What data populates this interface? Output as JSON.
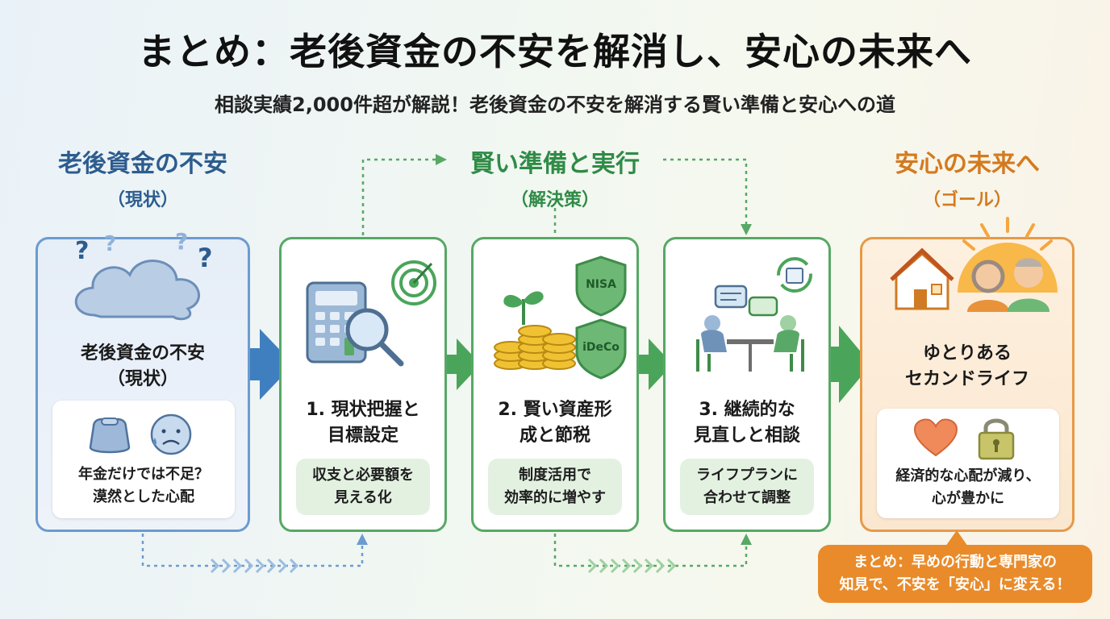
{
  "title": "まとめ：老後資金の不安を解消し、安心の未来へ",
  "subtitle": "相談実績2,000件超が解説！老後資金の不安を解消する賢い準備と安心への道",
  "sections": {
    "current": {
      "heading": "老後資金の不安",
      "subheading": "（現状）"
    },
    "solution": {
      "heading": "賢い準備と実行",
      "subheading": "（解決策）"
    },
    "goal": {
      "heading": "安心の未来へ",
      "subheading": "（ゴール）"
    }
  },
  "cards": {
    "anxiety": {
      "label_line1": "老後資金の不安",
      "label_line2": "（現状）",
      "note_line1": "年金だけでは不足？",
      "note_line2": "漠然とした心配"
    },
    "step1": {
      "label_line1": "1. 現状把握と",
      "label_line2": "目標設定",
      "note_line1": "収支と必要額を",
      "note_line2": "見える化"
    },
    "step2": {
      "label_line1": "2. 賢い資産形",
      "label_line2": "成と節税",
      "note_line1": "制度活用で",
      "note_line2": "効率的に増やす",
      "shield1": "NISA",
      "shield2": "iDeCo"
    },
    "step3": {
      "label_line1": "3. 継続的な",
      "label_line2": "見直しと相談",
      "note_line1": "ライフプランに",
      "note_line2": "合わせて調整"
    },
    "goal": {
      "label_line1": "ゆとりある",
      "label_line2": "セカンドライフ",
      "note_line1": "経済的な心配が減り、",
      "note_line2": "心が豊かに"
    }
  },
  "summary": {
    "line1": "まとめ：早めの行動と専門家の",
    "line2": "知見で、不安を「安心」に変える！"
  },
  "colors": {
    "blue": "#2d5c8e",
    "green": "#2f8b46",
    "orange": "#d47a1e"
  }
}
